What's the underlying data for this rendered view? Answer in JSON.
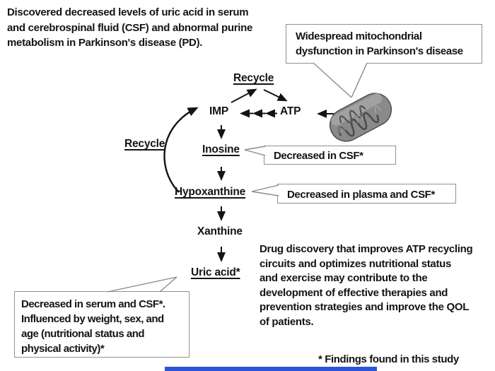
{
  "slide": {
    "background": "#ffffff"
  },
  "title": "Discovered decreased levels of uric acid in serum\nand cerebrospinal fluid (CSF) and abnormal purine\nmetabolism in Parkinson's disease (PD).",
  "pathway": {
    "recycle_top": "Recycle",
    "recycle_left": "Recycle",
    "imp": "IMP",
    "atp": "ATP",
    "inosine": "Inosine",
    "hypoxanthine": "Hypoxanthine",
    "xanthine": "Xanthine",
    "uric_acid": "Uric acid*"
  },
  "callouts": {
    "mitochondria": "Widespread mitochondrial\ndysfunction in Parkinson's disease",
    "inosine": "Decreased in CSF*",
    "hypoxanthine": "Decreased in plasma and CSF*",
    "uric_acid": "Decreased in serum and CSF*.\nInfluenced by weight, sex, and\nage (nutritional status and\nphysical activity)*"
  },
  "summary": "Drug discovery that improves ATP recycling\ncircuits and optimizes nutritional status\nand exercise may contribute to the\ndevelopment of effective therapies and\nprevention strategies and improve the QOL\nof patients.",
  "footnote": "* Findings found in this study",
  "icons": {
    "mitochondrion": "mitochondrion-illustration"
  },
  "colors": {
    "text": "#141414",
    "callout_border": "#919191",
    "arrow": "#141414",
    "mitochondrion_body": "#8a8a8a",
    "mitochondrion_cristae": "#4c4c4c",
    "progress_bar": "#2d54d9"
  }
}
